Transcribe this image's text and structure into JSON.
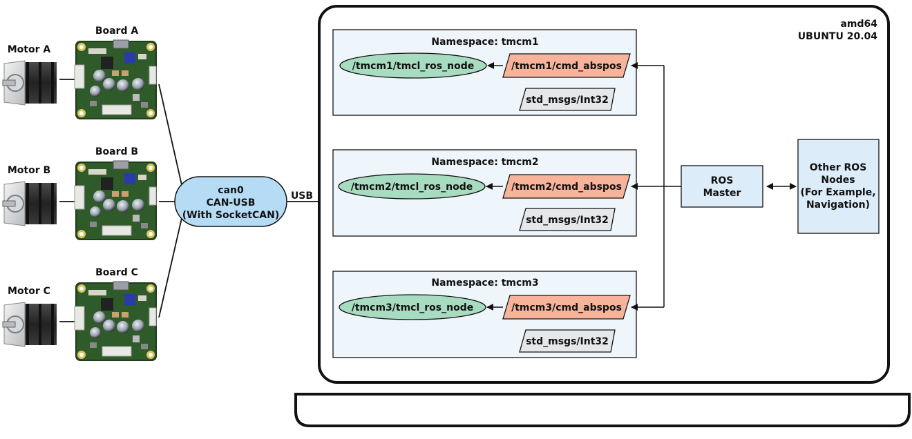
{
  "platform": {
    "arch": "amd64",
    "os": "UBUNTU 20.04"
  },
  "hardware": {
    "motors": [
      "Motor A",
      "Motor B",
      "Motor C"
    ],
    "boards": [
      "Board A",
      "Board B",
      "Board C"
    ],
    "can_adapter": {
      "line1": "can0",
      "line2": "CAN-USB",
      "line3": "(With SocketCAN)"
    },
    "usb_label": "USB"
  },
  "namespaces": [
    {
      "title": "Namespace: tmcm1",
      "node": "/tmcm1/tmcl_ros_node",
      "topic": "/tmcm1/cmd_abspos",
      "msg_type": "std_msgs/Int32"
    },
    {
      "title": "Namespace: tmcm2",
      "node": "/tmcm2/tmcl_ros_node",
      "topic": "/tmcm2/cmd_abspos",
      "msg_type": "std_msgs/Int32"
    },
    {
      "title": "Namespace: tmcm3",
      "node": "/tmcm3/tmcl_ros_node",
      "topic": "/tmcm3/cmd_abspos",
      "msg_type": "std_msgs/Int32"
    }
  ],
  "ros_master": {
    "line1": "ROS",
    "line2": "Master"
  },
  "other_nodes": {
    "line1": "Other ROS",
    "line2": "Nodes",
    "line3": "(For Example,",
    "line4": "Navigation)"
  },
  "colors": {
    "node_fill": "#a8dcc0",
    "topic_fill": "#f7b49a",
    "msg_fill": "#e6e7e9",
    "box_fill": "#dcecf8",
    "namespace_fill": "#eef6fc",
    "pcb_green": "#2f5a2a"
  }
}
